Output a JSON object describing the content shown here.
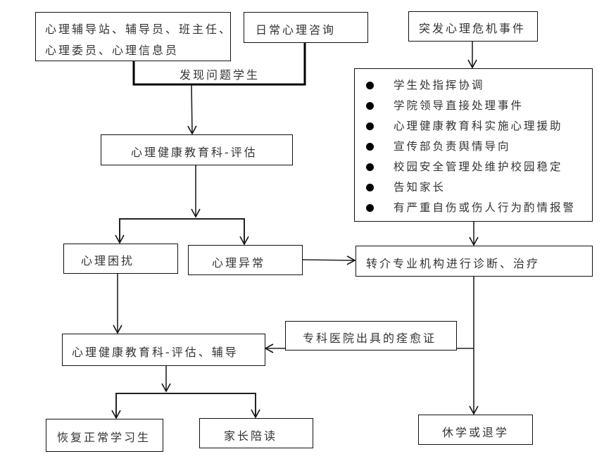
{
  "diagram": {
    "sources": {
      "staff": {
        "line1": "心理辅导站、辅导员、班主任、",
        "line2": "心理委员、心理信息员"
      },
      "daily_consult": "日常心理咨询",
      "crisis_event": "突发心理危机事件"
    },
    "found_problem_label": "发现问题学生",
    "assessment": "心理健康教育科-评估",
    "crisis_actions": [
      "学生处指挥协调",
      "学院领导直接处理事件",
      "心理健康教育科实施心理援助",
      "宣传部负责舆情导向",
      "校园安全管理处维护校园稳定",
      "告知家长",
      "有严重自伤或伤人行为酌情报警"
    ],
    "distress": "心理困扰",
    "abnormal": "心理异常",
    "referral": "转介专业机构进行诊断、治疗",
    "recovery_certificate": "专科医院出具的痊愈证",
    "assessment_counseling": "心理健康教育科-评估、辅导",
    "resume_study": "恢复正常学习生",
    "parent_accompany": "家长陪读",
    "suspend_or_withdraw": "休学或退学"
  }
}
